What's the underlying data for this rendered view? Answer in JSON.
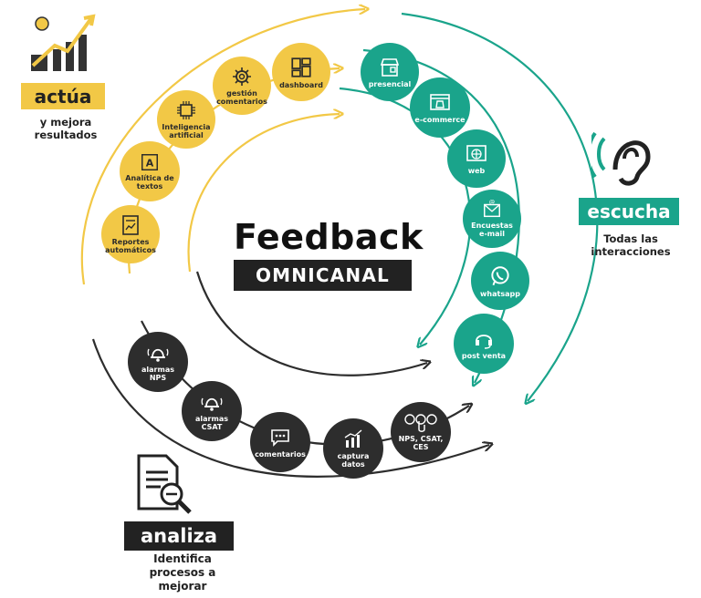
{
  "title": {
    "main": "Feedback",
    "badge": "OMNICANAL"
  },
  "stages": {
    "actua": {
      "label": "actúa",
      "description": "y mejora\nresultados",
      "color": "#f2c846"
    },
    "escucha": {
      "label": "escucha",
      "description": "Todas las\ninteracciones",
      "color": "#1aa48b"
    },
    "analiza": {
      "label": "analiza",
      "description": "Identifica\nprocesos a\nmejorar",
      "color": "#2d2d2d"
    }
  },
  "actua_items": [
    {
      "label": "Reportes\nautomáticos",
      "icon": "report-icon"
    },
    {
      "label": "Analítica de\ntextos",
      "icon": "text-analytics-icon"
    },
    {
      "label": "Inteligencia\nartificial",
      "icon": "chip-icon"
    },
    {
      "label": "gestión\ncomentarios",
      "icon": "gear-icon"
    },
    {
      "label": "dashboard",
      "icon": "dashboard-icon"
    }
  ],
  "escucha_items": [
    {
      "label": "presencial",
      "icon": "store-icon"
    },
    {
      "label": "e-commerce",
      "icon": "shopping-bag-icon"
    },
    {
      "label": "web",
      "icon": "globe-icon"
    },
    {
      "label": "Encuestas\ne-mail",
      "icon": "email-icon"
    },
    {
      "label": "whatsapp",
      "icon": "whatsapp-icon"
    },
    {
      "label": "post venta",
      "icon": "headset-icon"
    }
  ],
  "analiza_items": [
    {
      "label": "alarmas\nNPS",
      "icon": "alarm-icon"
    },
    {
      "label": "alarmas\nCSAT",
      "icon": "alarm-icon"
    },
    {
      "label": "comentarios",
      "icon": "chat-icon"
    },
    {
      "label": "captura\ndatos",
      "icon": "bar-chart-icon"
    },
    {
      "label": "NPS, CSAT,\nCES",
      "icon": "touch-icon"
    }
  ]
}
